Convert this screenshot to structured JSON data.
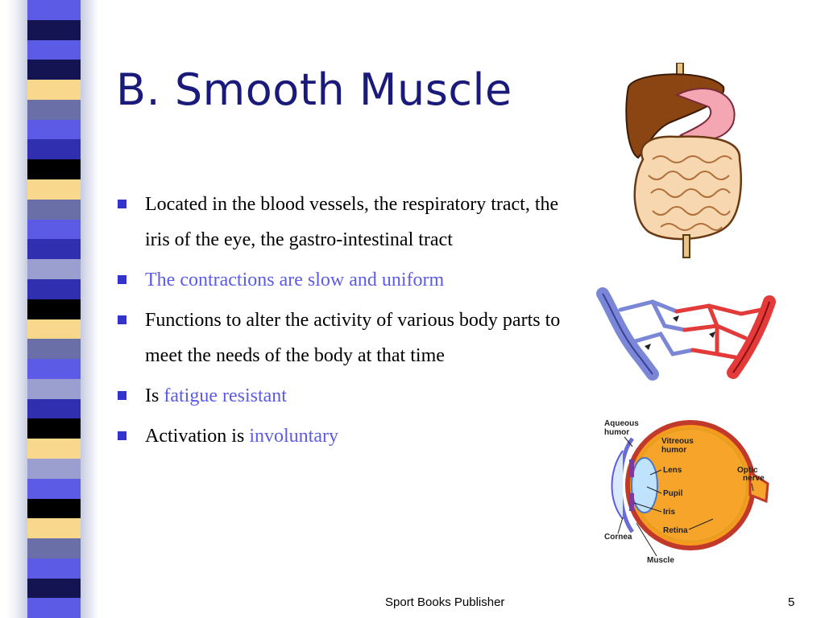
{
  "slide": {
    "title": "B. Smooth Muscle",
    "bullets": [
      {
        "parts": [
          {
            "text": "Located in the blood vessels, the respiratory tract, the iris of the eye, the gastro-intestinal tract",
            "accent": false
          }
        ]
      },
      {
        "parts": [
          {
            "text": "The contractions are slow and uniform",
            "accent": true
          }
        ]
      },
      {
        "parts": [
          {
            "text": "Functions to alter the activity of various body parts to meet the needs of the body at that time",
            "accent": false
          }
        ]
      },
      {
        "parts": [
          {
            "text": "Is ",
            "accent": false
          },
          {
            "text": "fatigue resistant",
            "accent": true
          }
        ]
      },
      {
        "parts": [
          {
            "text": "Activation is ",
            "accent": false
          },
          {
            "text": "involuntary",
            "accent": true
          }
        ]
      }
    ]
  },
  "eye_diagram": {
    "labels": {
      "aqueous": "Aqueous",
      "humor1": "humor",
      "vitreous": "Vitreous",
      "humor2": "humor",
      "lens": "Lens",
      "pupil": "Pupil",
      "iris": "Iris",
      "retina": "Retina",
      "cornea": "Cornea",
      "muscle": "Muscle",
      "optic": "Optic",
      "nerve": "nerve"
    }
  },
  "footer": {
    "publisher": "Sport Books Publisher",
    "page": "5"
  },
  "colors": {
    "title": "#1a1a7a",
    "bullet_marker": "#3333cc",
    "accent_text": "#5b5be6",
    "stripe": [
      "#5b5be6",
      "#141452",
      "#f7d88c",
      "#6a6fa8",
      "#2f2fb0",
      "#000000",
      "#9a9fd0"
    ]
  }
}
